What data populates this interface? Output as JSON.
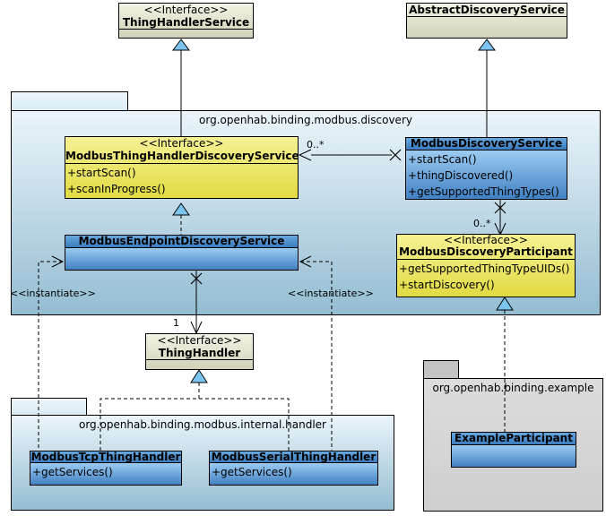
{
  "packages": {
    "discovery": {
      "label": "org.openhab.binding.modbus.discovery"
    },
    "handler": {
      "label": "org.openhab.binding.modbus.internal.handler"
    },
    "example": {
      "label": "org.openhab.binding.example"
    }
  },
  "classes": {
    "thing_handler_service": {
      "stereotype": "<<Interface>>",
      "name": "ThingHandlerService"
    },
    "abstract_discovery_service": {
      "name": "AbstractDiscoveryService"
    },
    "modbus_thing_handler_discovery_service": {
      "stereotype": "<<Interface>>",
      "name": "ModbusThingHandlerDiscoveryService",
      "methods": [
        "+startScan()",
        "+scanInProgress()"
      ]
    },
    "modbus_discovery_service": {
      "name": "ModbusDiscoveryService",
      "methods": [
        "+startScan()",
        "+thingDiscovered()",
        "+getSupportedThingTypes()"
      ]
    },
    "modbus_endpoint_discovery_service": {
      "name": "ModbusEndpointDiscoveryService"
    },
    "modbus_discovery_participant": {
      "stereotype": "<<Interface>>",
      "name": "ModbusDiscoveryParticipant",
      "methods": [
        "+getSupportedThingTypeUIDs()",
        "+startDiscovery()"
      ]
    },
    "thing_handler": {
      "stereotype": "<<Interface>>",
      "name": "ThingHandler"
    },
    "modbus_tcp_thing_handler": {
      "name": "ModbusTcpThingHandler",
      "methods": [
        "+getServices()"
      ]
    },
    "modbus_serial_thing_handler": {
      "name": "ModbusSerialThingHandler",
      "methods": [
        "+getServices()"
      ]
    },
    "example_participant": {
      "name": "ExampleParticipant"
    }
  },
  "labels": {
    "multiplicity_assoc": "0..*",
    "multiplicity_participant": "0..*",
    "multiplicity_one": "1",
    "instantiate_left": "<<instantiate>>",
    "instantiate_right": "<<instantiate>>"
  },
  "colors": {
    "interface_yellow": "#ede75f",
    "class_blue_title": "#4285c7",
    "class_blue_body_top": "#9ccbf1",
    "class_blue_body_bottom": "#4181c4",
    "external_tan": "#e3e3cb",
    "package_blue_top": "#ebf4fa",
    "package_blue_bottom": "#94bdd2",
    "example_gray": "#d8d8d8",
    "triangle_fill": "#7cc5f0",
    "line_color": "#000000"
  }
}
